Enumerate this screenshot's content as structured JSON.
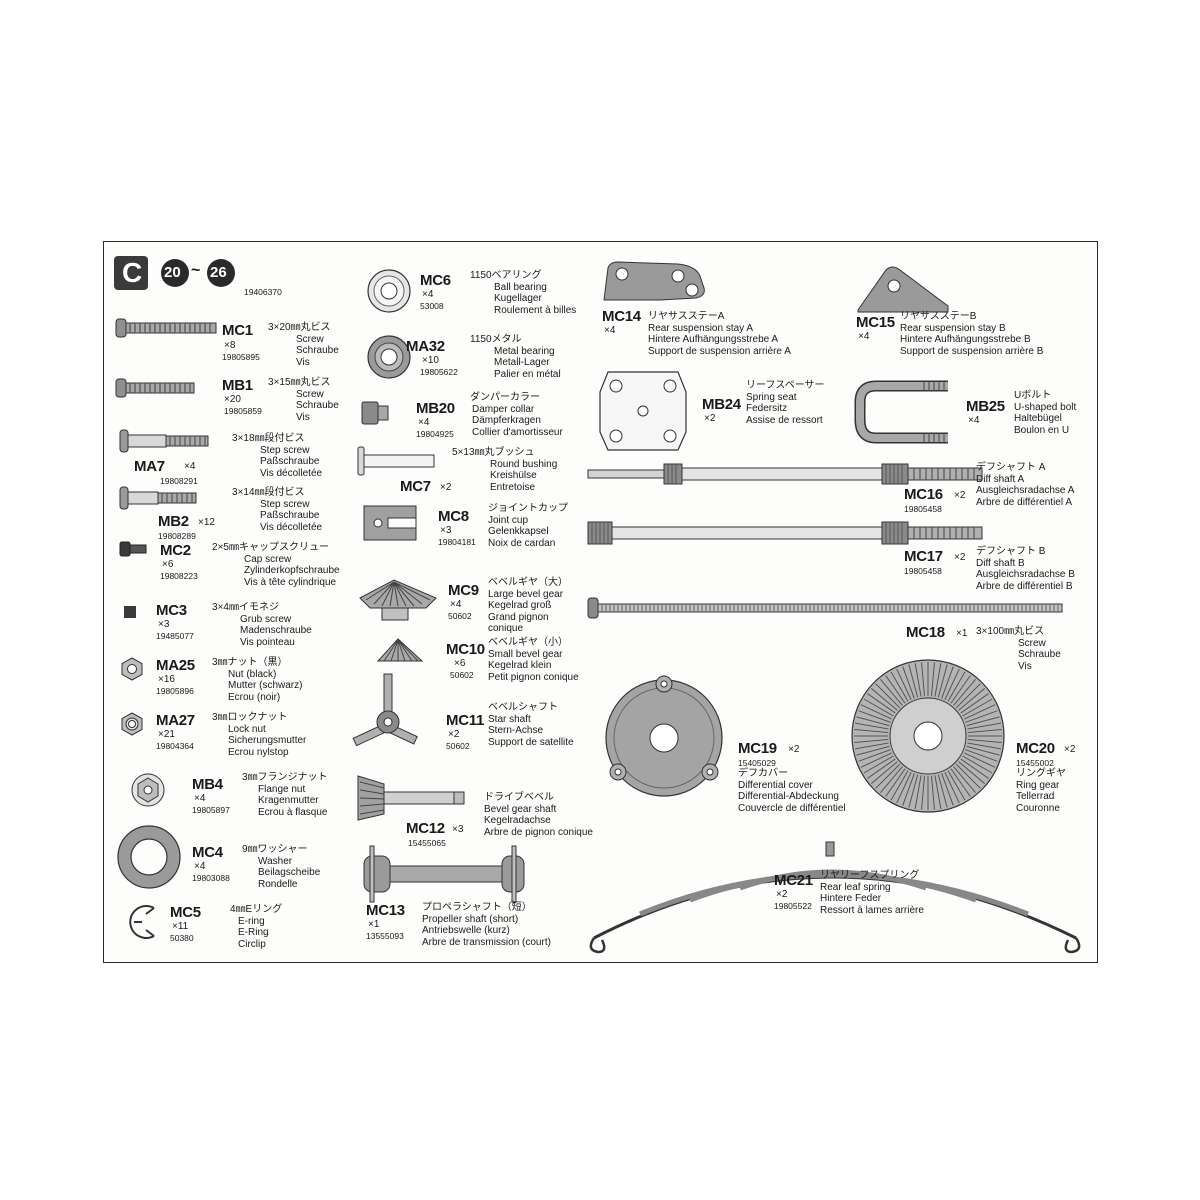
{
  "header": {
    "bag_letter": "C",
    "step_from": "20",
    "step_sep": "~",
    "step_to": "26",
    "bag_number": "19406370"
  },
  "colors": {
    "ink": "#2a2a2a",
    "part_fill": "#9a9a9a",
    "light_fill": "#d0d0d0"
  },
  "parts": {
    "mc1": {
      "code": "MC1",
      "qty": "×8",
      "num": "19805895",
      "jp": "3×20㎜丸ビス",
      "en": "Screw",
      "de": "Schraube",
      "fr": "Vis"
    },
    "mb1": {
      "code": "MB1",
      "qty": "×20",
      "num": "19805859",
      "jp": "3×15㎜丸ビス",
      "en": "Screw",
      "de": "Schraube",
      "fr": "Vis"
    },
    "ma7": {
      "code": "MA7",
      "qty": "×4",
      "num": "19808291",
      "jp": "3×18㎜段付ビス",
      "en": "Step screw",
      "de": "Paßschraube",
      "fr": "Vis décolletée"
    },
    "mb2": {
      "code": "MB2",
      "qty": "×12",
      "num": "19808289",
      "jp": "3×14㎜段付ビス",
      "en": "Step screw",
      "de": "Paßschraube",
      "fr": "Vis décolletée"
    },
    "mc2": {
      "code": "MC2",
      "qty": "×6",
      "num": "19808223",
      "jp": "2×5㎜キャップスクリュー",
      "en": "Cap screw",
      "de": "Zylinderkopfschraube",
      "fr": "Vis à tête cylindrique"
    },
    "mc3": {
      "code": "MC3",
      "qty": "×3",
      "num": "19485077",
      "jp": "3×4㎜イモネジ",
      "en": "Grub screw",
      "de": "Madenschraube",
      "fr": "Vis pointeau"
    },
    "ma25": {
      "code": "MA25",
      "qty": "×16",
      "num": "19805896",
      "jp": "3㎜ナット（黒）",
      "en": "Nut (black)",
      "de": "Mutter (schwarz)",
      "fr": "Ecrou (noir)"
    },
    "ma27": {
      "code": "MA27",
      "qty": "×21",
      "num": "19804364",
      "jp": "3㎜ロックナット",
      "en": "Lock nut",
      "de": "Sicherungsmutter",
      "fr": "Ecrou nylstop"
    },
    "mb4": {
      "code": "MB4",
      "qty": "×4",
      "num": "19805897",
      "jp": "3㎜フランジナット",
      "en": "Flange nut",
      "de": "Kragenmutter",
      "fr": "Ecrou à flasque"
    },
    "mc4": {
      "code": "MC4",
      "qty": "×4",
      "num": "19803088",
      "jp": "9㎜ワッシャー",
      "en": "Washer",
      "de": "Beilagscheibe",
      "fr": "Rondelle"
    },
    "mc5": {
      "code": "MC5",
      "qty": "×11",
      "num": "50380",
      "jp": "4㎜Eリング",
      "en": "E-ring",
      "de": "E-Ring",
      "fr": "Circlip"
    },
    "mc6": {
      "code": "MC6",
      "qty": "×4",
      "num": "53008",
      "jp": "1150ベアリング",
      "en": "Ball bearing",
      "de": "Kugellager",
      "fr": "Roulement à billes"
    },
    "ma32": {
      "code": "MA32",
      "qty": "×10",
      "num": "19805622",
      "jp": "1150メタル",
      "en": "Metal bearing",
      "de": "Metall-Lager",
      "fr": "Palier en métal"
    },
    "mb20": {
      "code": "MB20",
      "qty": "×4",
      "num": "19804925",
      "jp": "ダンパーカラー",
      "en": "Damper collar",
      "de": "Dämpferkragen",
      "fr": "Collier d'amortisseur"
    },
    "mc7": {
      "code": "MC7",
      "qty": "×2",
      "jp": "5×13㎜丸ブッシュ",
      "en": "Round bushing",
      "de": "Kreishülse",
      "fr": "Entretoise"
    },
    "mc8": {
      "code": "MC8",
      "qty": "×3",
      "num": "19804181",
      "jp": "ジョイントカップ",
      "en": "Joint cup",
      "de": "Gelenkkapsel",
      "fr": "Noix de cardan"
    },
    "mc9": {
      "code": "MC9",
      "qty": "×4",
      "num": "50602",
      "jp": "ベベルギヤ（大）",
      "en": "Large bevel gear",
      "de": "Kegelrad groß",
      "fr": "Grand pignon",
      "fr2": "conique"
    },
    "mc10": {
      "code": "MC10",
      "qty": "×6",
      "num": "50602",
      "jp": "ベベルギヤ（小）",
      "en": "Small bevel gear",
      "de": "Kegelrad klein",
      "fr": "Petit pignon conique"
    },
    "mc11": {
      "code": "MC11",
      "qty": "×2",
      "num": "50602",
      "jp": "ベベルシャフト",
      "en": "Star shaft",
      "de": "Stern-Achse",
      "fr": "Support de satellite"
    },
    "mc12": {
      "code": "MC12",
      "qty": "×3",
      "num": "15455065",
      "jp": "ドライブベベル",
      "en": "Bevel gear shaft",
      "de": "Kegelradachse",
      "fr": "Arbre de pignon conique"
    },
    "mc13": {
      "code": "MC13",
      "qty": "×1",
      "num": "13555093",
      "jp": "プロペラシャフト（短）",
      "en": "Propeller shaft (short)",
      "de": "Antriebswelle (kurz)",
      "fr": "Arbre de transmission (court)"
    },
    "mc14": {
      "code": "MC14",
      "qty": "×4",
      "jp": "リヤサスステーA",
      "en": "Rear suspension stay A",
      "de": "Hintere Aufhängungsstrebe A",
      "fr": "Support de suspension arrière A"
    },
    "mc15": {
      "code": "MC15",
      "qty": "×4",
      "jp": "リヤサスステーB",
      "en": "Rear suspension stay B",
      "de": "Hintere Aufhängungsstrebe B",
      "fr": "Support de suspension arrière B"
    },
    "mb24": {
      "code": "MB24",
      "qty": "×2",
      "jp": "リーフスペーサー",
      "en": "Spring seat",
      "de": "Federsitz",
      "fr": "Assise de ressort"
    },
    "mb25": {
      "code": "MB25",
      "qty": "×4",
      "jp": "Uボルト",
      "en": "U-shaped bolt",
      "de": "Haltebügel",
      "fr": "Boulon en U"
    },
    "mc16": {
      "code": "MC16",
      "qty": "×2",
      "num": "19805458",
      "jp": "デフシャフト A",
      "en": "Diff shaft A",
      "de": "Ausgleichsradachse A",
      "fr": "Arbre de différentiel A"
    },
    "mc17": {
      "code": "MC17",
      "qty": "×2",
      "num": "19805458",
      "jp": "デフシャフト B",
      "en": "Diff shaft B",
      "de": "Ausgleichsradachse B",
      "fr": "Arbre de différentiel B"
    },
    "mc18": {
      "code": "MC18",
      "qty": "×1",
      "jp": "3×100㎜丸ビス",
      "en": "Screw",
      "de": "Schraube",
      "fr": "Vis"
    },
    "mc19": {
      "code": "MC19",
      "qty": "×2",
      "num": "15405029",
      "jp": "デフカバー",
      "en": "Differential cover",
      "de": "Differential-Abdeckung",
      "fr": "Couvercle de différentiel"
    },
    "mc20": {
      "code": "MC20",
      "qty": "×2",
      "num": "15455002",
      "jp": "リングギヤ",
      "en": "Ring gear",
      "de": "Tellerrad",
      "fr": "Couronne"
    },
    "mc21": {
      "code": "MC21",
      "qty": "×2",
      "num": "19805522",
      "jp": "リヤリーフスプリング",
      "en": "Rear leaf spring",
      "de": "Hintere Feder",
      "fr": "Ressort à lames arrière"
    }
  }
}
